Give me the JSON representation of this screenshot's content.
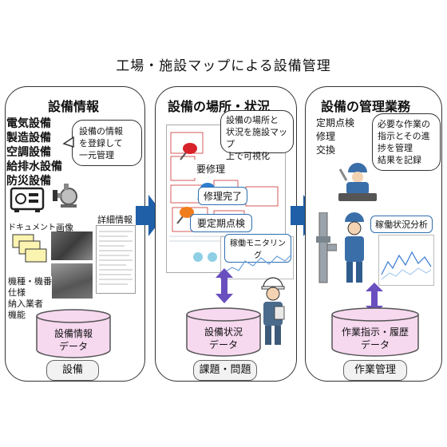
{
  "title": "工場・施設マップによる設備管理",
  "panel1": {
    "heading": "設備情報",
    "categories": [
      "電気設備",
      "製造設備",
      "空調設備",
      "給排水設備",
      "防災設備"
    ],
    "bubble": [
      "設備の情報",
      "を登録して",
      "一元管理"
    ],
    "doc_label": "ドキュメント",
    "image_label": "画像",
    "detail_label": "詳細情報",
    "attrs": [
      "機種・機番",
      "仕様",
      "納入業者",
      "機能"
    ],
    "db": [
      "設備情報",
      "データ"
    ],
    "bottom": "設備"
  },
  "panel2": {
    "heading": "設備の場所・状況",
    "bubble": [
      "設備の場所と",
      "状況を施設マップ",
      "上で可視化"
    ],
    "pin_labels": [
      "要修理",
      "修理完了",
      "要定期点検"
    ],
    "pin_colors": [
      "#d8232a",
      "#2f7fd0",
      "#f07d1b"
    ],
    "monitor_label": "稼働モニタリング",
    "db": [
      "設備状況",
      "データ"
    ],
    "bottom": "課題・問題"
  },
  "panel3": {
    "heading": "設備の管理業務",
    "tasks": [
      "定期点検",
      "修理",
      "交換"
    ],
    "bubble": [
      "必要な作業の",
      "指示とその進",
      "捗を管理",
      "結果を記録"
    ],
    "analysis_label": "稼働状況分析",
    "db": [
      "作業指示・履歴",
      "データ"
    ],
    "bottom": "作業管理"
  },
  "colors": {
    "arrow": "#1f5fa8",
    "db_fill": "#f6d8ef",
    "db_stroke": "#555555",
    "link_arrow": "#6a4fbf"
  }
}
